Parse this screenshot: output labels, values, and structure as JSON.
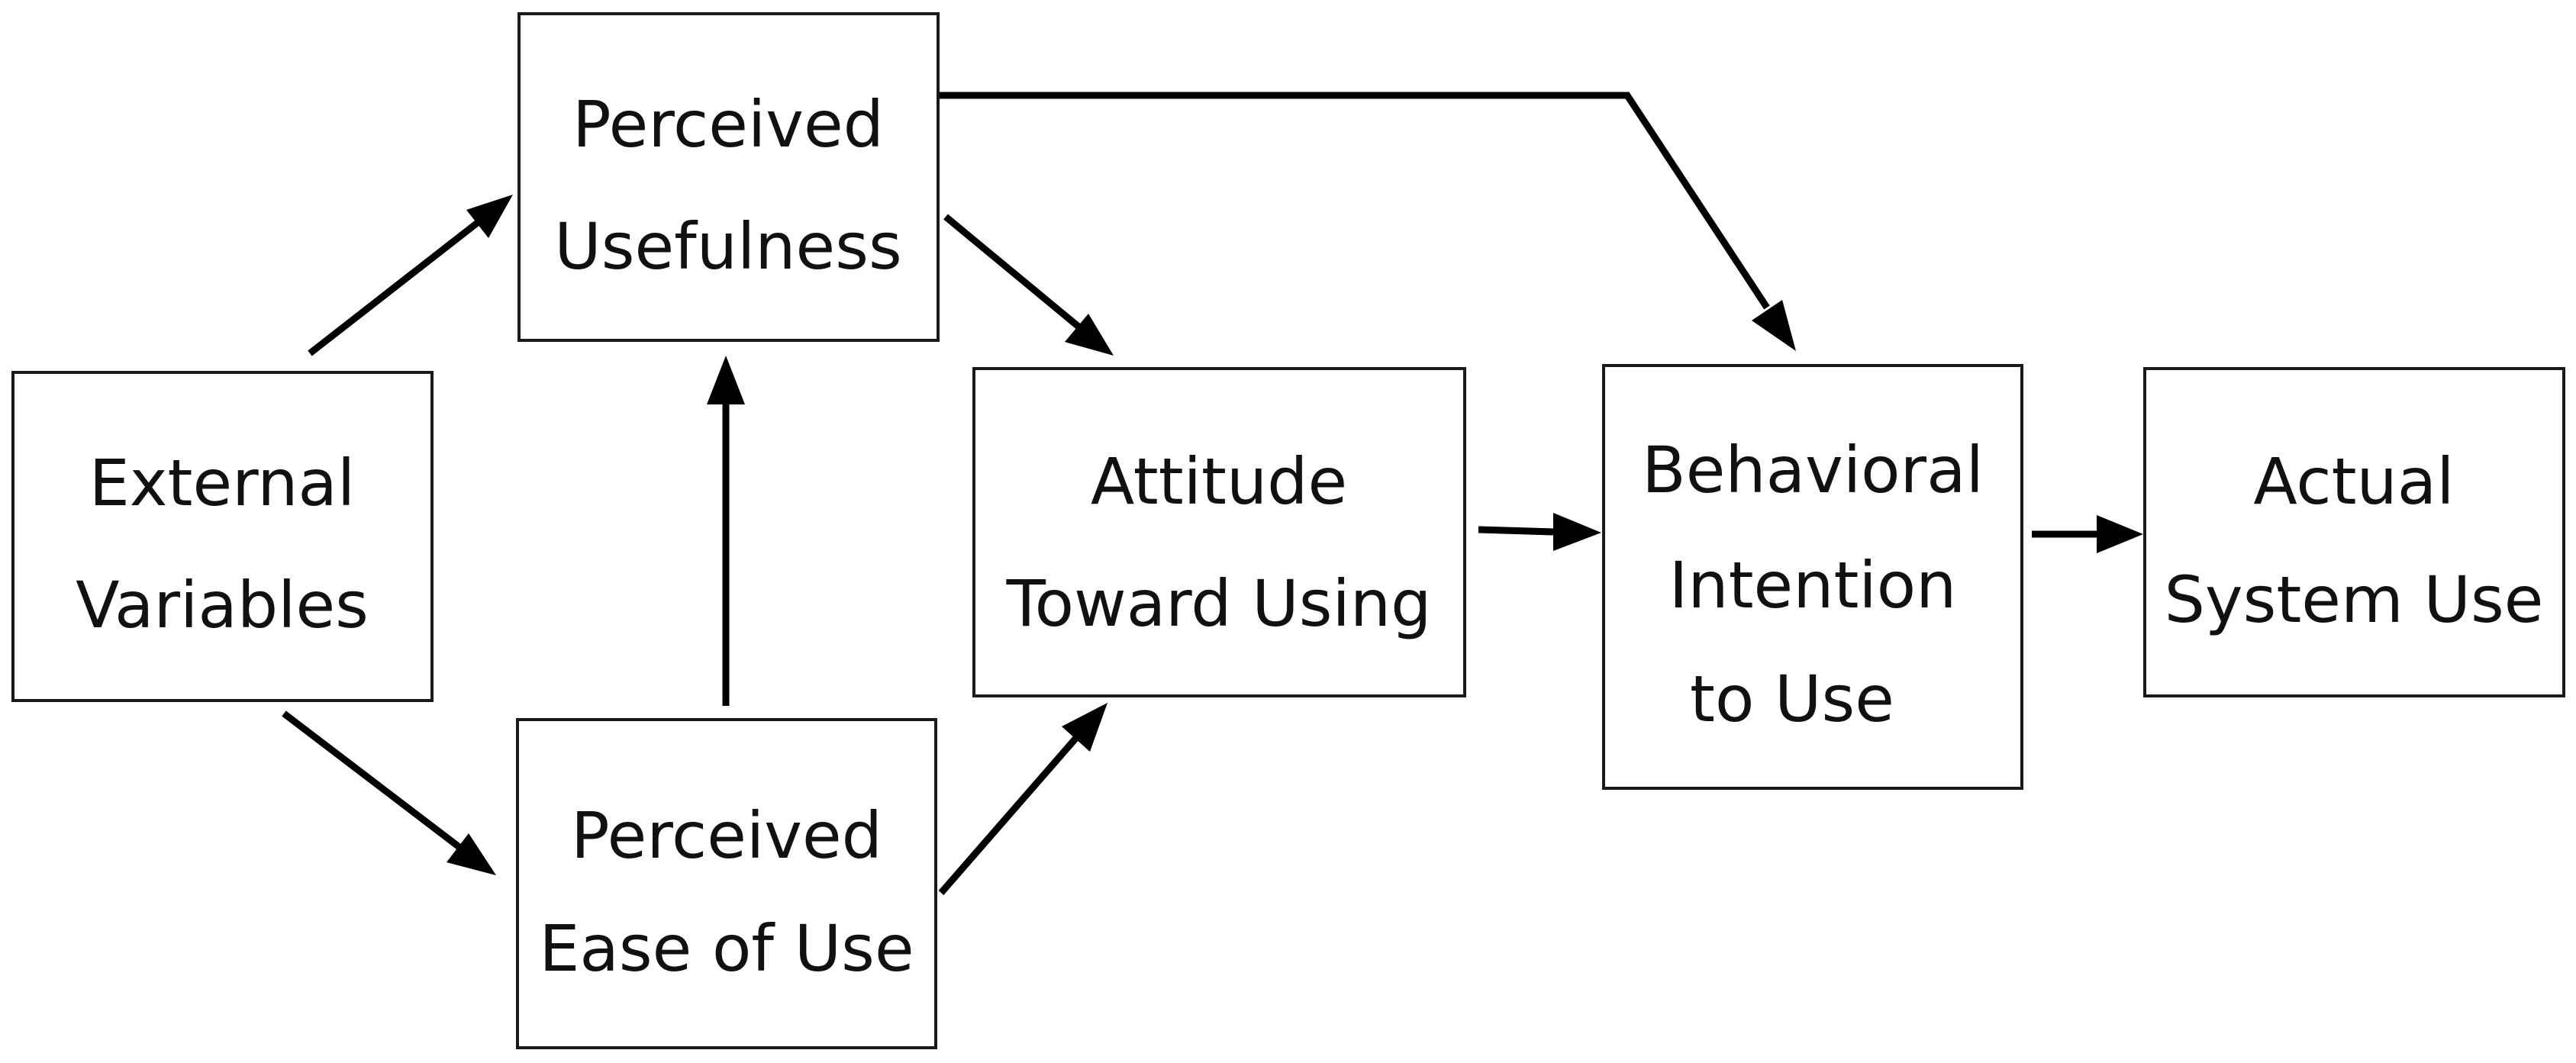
{
  "diagram": {
    "nodes": {
      "external": {
        "lines": [
          "External",
          "Variables"
        ]
      },
      "usefulness": {
        "lines": [
          "Perceived",
          "Usefulness"
        ]
      },
      "ease": {
        "lines": [
          "Perceived",
          "Ease of Use"
        ]
      },
      "attitude": {
        "lines": [
          "Attitude",
          "Toward Using"
        ]
      },
      "intention": {
        "lines": [
          "Behavioral",
          "Intention",
          "to Use"
        ]
      },
      "actual": {
        "lines": [
          "Actual",
          "System Use"
        ]
      }
    },
    "edges": [
      {
        "from": "External Variables",
        "to": "Perceived Usefulness"
      },
      {
        "from": "External Variables",
        "to": "Perceived Ease of Use"
      },
      {
        "from": "Perceived Ease of Use",
        "to": "Perceived Usefulness"
      },
      {
        "from": "Perceived Usefulness",
        "to": "Attitude Toward Using"
      },
      {
        "from": "Perceived Ease of Use",
        "to": "Attitude Toward Using"
      },
      {
        "from": "Perceived Usefulness",
        "to": "Behavioral Intention to Use"
      },
      {
        "from": "Attitude Toward Using",
        "to": "Behavioral Intention to Use"
      },
      {
        "from": "Behavioral Intention to Use",
        "to": "Actual System Use"
      }
    ],
    "colors": {
      "stroke": "#000000",
      "box_fill": "#ffffff",
      "text": "#111111"
    }
  }
}
